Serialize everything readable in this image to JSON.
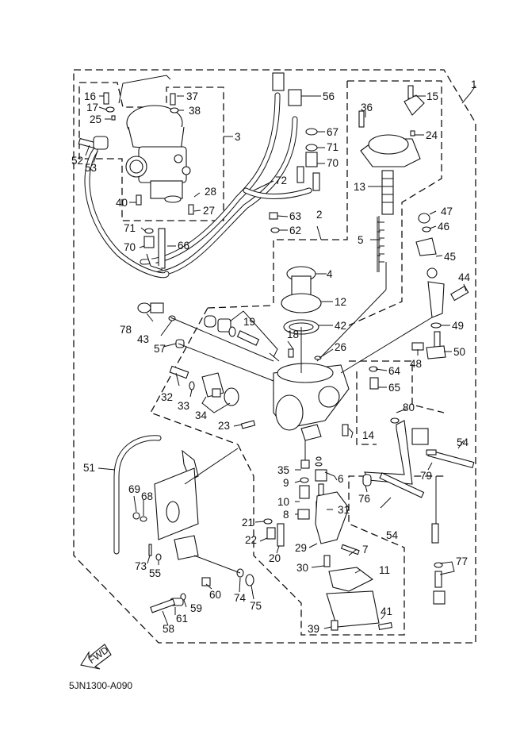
{
  "diagram": {
    "title_code": "5JN1300-A090",
    "fwd_arrow_label": "FWD",
    "group_labels": {
      "assembly": "1",
      "subgroup_2": "2",
      "subgroup_3": "3"
    },
    "callouts": [
      "1",
      "2",
      "3",
      "4",
      "5",
      "6",
      "7",
      "8",
      "9",
      "10",
      "11",
      "12",
      "13",
      "14",
      "15",
      "16",
      "17",
      "18",
      "19",
      "20",
      "21",
      "22",
      "23",
      "24",
      "25",
      "26",
      "27",
      "28",
      "29",
      "30",
      "31",
      "32",
      "33",
      "34",
      "35",
      "36",
      "37",
      "38",
      "39",
      "40",
      "41",
      "42",
      "43",
      "44",
      "45",
      "46",
      "47",
      "48",
      "49",
      "50",
      "51",
      "52",
      "53",
      "54",
      "55",
      "56",
      "57",
      "58",
      "59",
      "60",
      "61",
      "62",
      "63",
      "64",
      "65",
      "66",
      "67",
      "68",
      "69",
      "70",
      "71",
      "72",
      "73",
      "74",
      "75",
      "76",
      "77",
      "78",
      "79",
      "80"
    ],
    "labels": {
      "l1": "1",
      "l2": "2",
      "l3": "3",
      "l4": "4",
      "l5": "5",
      "l6": "6",
      "l7": "7",
      "l8": "8",
      "l9": "9",
      "l10": "10",
      "l11": "11",
      "l12": "12",
      "l13": "13",
      "l14": "14",
      "l15": "15",
      "l16": "16",
      "l17": "17",
      "l18": "18",
      "l19": "19",
      "l20": "20",
      "l21": "21",
      "l22": "22",
      "l23": "23",
      "l24": "24",
      "l25": "25",
      "l26": "26",
      "l27": "27",
      "l28": "28",
      "l29": "29",
      "l30": "30",
      "l31": "31",
      "l32": "32",
      "l33": "33",
      "l34": "34",
      "l35": "35",
      "l36": "36",
      "l37": "37",
      "l38": "38",
      "l39": "39",
      "l40": "40",
      "l41": "41",
      "l42": "42",
      "l43": "43",
      "l44": "44",
      "l45": "45",
      "l46": "46",
      "l47": "47",
      "l48": "48",
      "l49": "49",
      "l50": "50",
      "l51": "51",
      "l52": "52",
      "l53": "53",
      "l54a": "54",
      "l54b": "54",
      "l55": "55",
      "l56": "56",
      "l57": "57",
      "l58": "58",
      "l59": "59",
      "l60": "60",
      "l61": "61",
      "l62": "62",
      "l63": "63",
      "l64": "64",
      "l65": "65",
      "l66": "66",
      "l67": "67",
      "l68": "68",
      "l69": "69",
      "l70a": "70",
      "l70b": "70",
      "l71a": "71",
      "l71b": "71",
      "l72": "72",
      "l73": "73",
      "l74": "74",
      "l75": "75",
      "l76": "76",
      "l77": "77",
      "l78": "78",
      "l79": "79",
      "l80": "80"
    }
  }
}
